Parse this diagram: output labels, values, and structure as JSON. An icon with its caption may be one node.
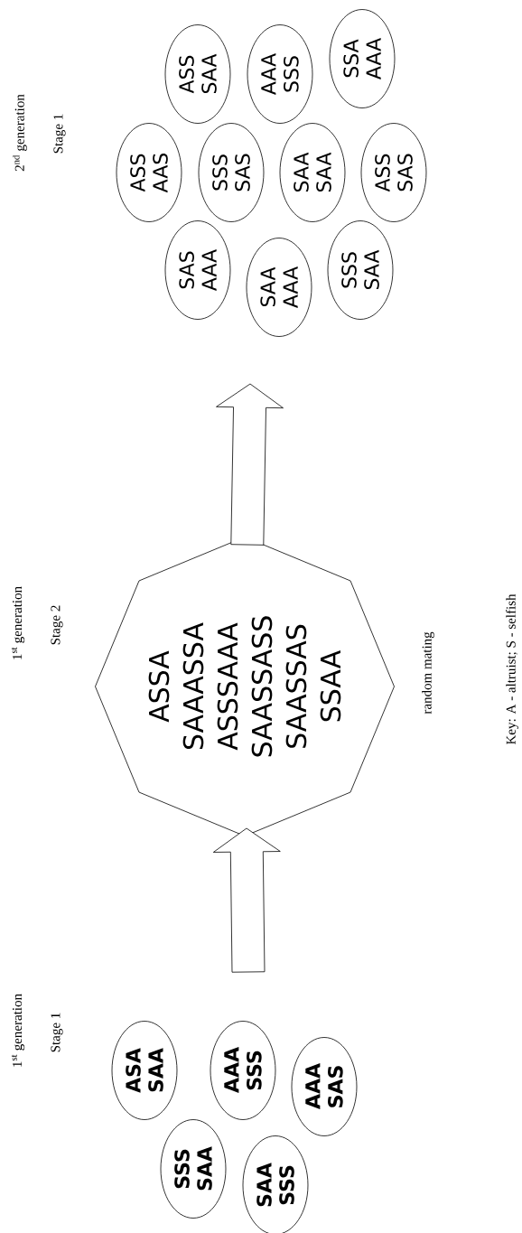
{
  "diagram": {
    "nodes": [
      {
        "text": [
          "ASA SAA"
        ]
      },
      {
        "text": [
          "SSS SAA"
        ]
      },
      {
        "text": [
          "AAA SSS"
        ]
      },
      {
        "text": [
          "SAA SSS"
        ]
      },
      {
        "text": [
          "AAA SAS"
        ]
      },
      {
        "text": [
          "ASSA SAAASSA ASSSAAA SAASSASS SAASSAS SSAA"
        ],
        "beside": [
          "random mating"
        ]
      },
      {
        "text": [
          "ASS AAS"
        ]
      },
      {
        "text": [
          "SAS AAA"
        ]
      },
      {
        "text": [
          "ASS SAA"
        ]
      },
      {
        "text": [
          "SSS SAS"
        ]
      },
      {
        "text": [
          "SAA AAA"
        ]
      },
      {
        "text": [
          "AAA SSS"
        ]
      },
      {
        "text": [
          "SAA SAA"
        ]
      },
      {
        "text": [
          "SSS SAA"
        ]
      },
      {
        "text": [
          "SSA AAA"
        ]
      },
      {
        "text": [
          "ASS SAS"
        ]
      }
    ],
    "edges": [
      {
        "from": null,
        "to": 5,
        "arrow": "to"
      },
      {
        "from": 5,
        "to": null,
        "arrow": "to"
      }
    ],
    "labels": [
      "1$^{st}$ generation",
      "Stage 1",
      "1$^{st}$ generation",
      "Stage 2",
      "2$^{nd}$ generation",
      "Stage 1",
      "Key: A - altruist; S - selfish"
    ]
  }
}
